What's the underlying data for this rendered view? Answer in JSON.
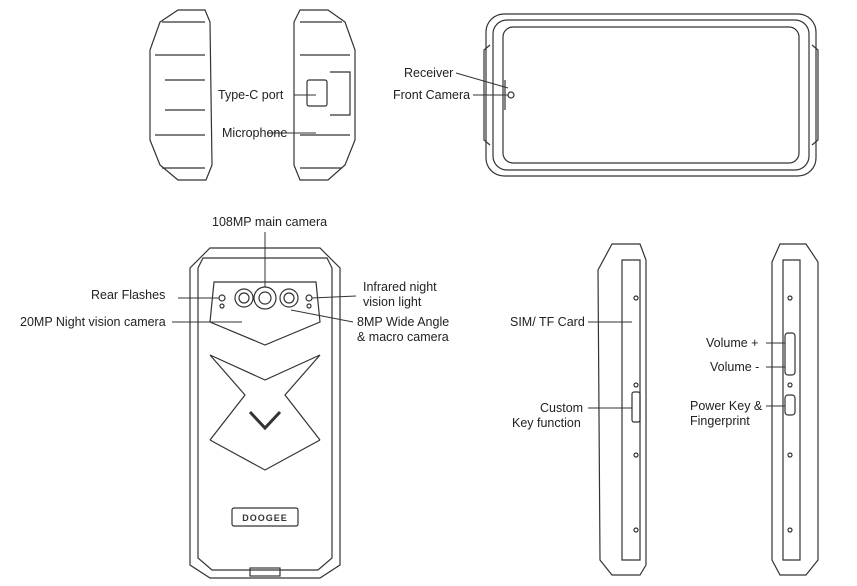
{
  "labels": {
    "type_c_port": "Type-C port",
    "microphone": "Microphone",
    "receiver": "Receiver",
    "front_camera": "Front Camera",
    "main_camera": "108MP main camera",
    "rear_flashes": "Rear Flashes",
    "night_vision_camera": "20MP Night vision camera",
    "infrared_line1": "Infrared night",
    "infrared_line2": "vision light",
    "wide_angle_line1": "8MP  Wide Angle",
    "wide_angle_line2": "& macro camera",
    "sim_tf_card": "SIM/ TF Card",
    "custom_key_line1": "Custom",
    "custom_key_line2": "Key function",
    "volume_up": "Volume +",
    "volume_down": "Volume -",
    "power_key_line1": "Power Key &",
    "power_key_line2": "Fingerprint"
  },
  "brand_logo": "DOOGEE"
}
